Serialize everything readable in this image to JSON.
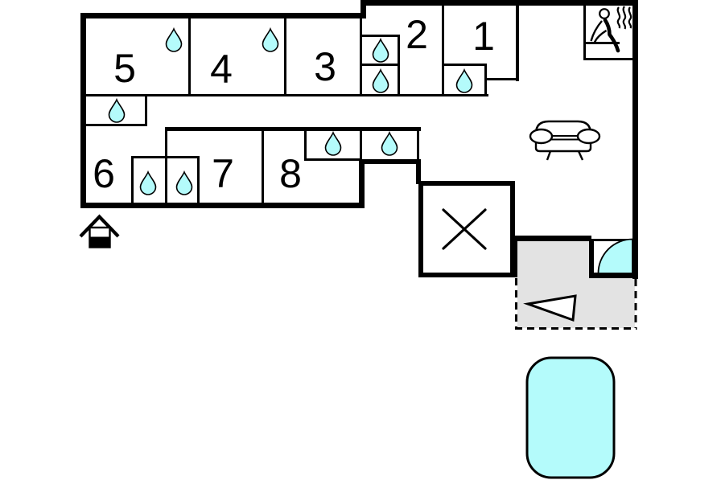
{
  "plan": {
    "rooms": [
      {
        "number": "1"
      },
      {
        "number": "2"
      },
      {
        "number": "3"
      },
      {
        "number": "4"
      },
      {
        "number": "5"
      },
      {
        "number": "6"
      },
      {
        "number": "7"
      },
      {
        "number": "8"
      }
    ],
    "water_drop_count": 10,
    "colors": {
      "water": "#b4fbfb",
      "terrace": "#e3e3e3",
      "wall": "#000000",
      "background": "#ffffff"
    },
    "icons": {
      "water": "water-drop-icon",
      "sauna": "sauna-icon",
      "sofa": "sofa-icon",
      "cross": "cross-marker-icon",
      "terrace_arrow": "terrace-arrow-icon",
      "corner_bath": "corner-bath-icon",
      "pool": "pool",
      "house": "house-icon"
    }
  }
}
